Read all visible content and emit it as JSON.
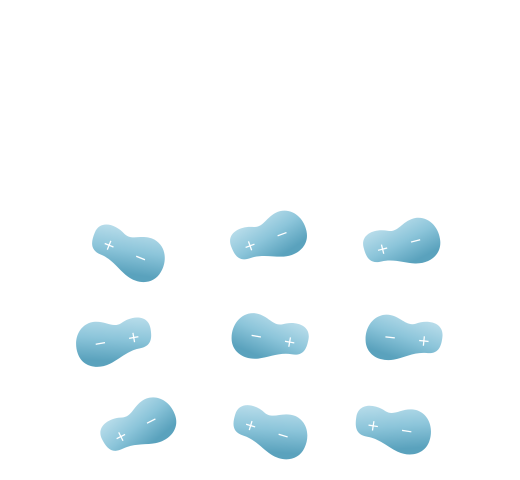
{
  "diagram": {
    "molecules": [
      {
        "row": 1,
        "col": 1,
        "big_end": "right",
        "big_end_sign": "−",
        "small_end_sign": "+"
      },
      {
        "row": 1,
        "col": 2,
        "big_end": "right",
        "big_end_sign": "−",
        "small_end_sign": "+"
      },
      {
        "row": 1,
        "col": 3,
        "big_end": "right",
        "big_end_sign": "−",
        "small_end_sign": "+"
      },
      {
        "row": 2,
        "col": 1,
        "big_end": "left",
        "big_end_sign": "−",
        "small_end_sign": "+"
      },
      {
        "row": 2,
        "col": 2,
        "big_end": "left",
        "big_end_sign": "−",
        "small_end_sign": "+"
      },
      {
        "row": 2,
        "col": 3,
        "big_end": "left",
        "big_end_sign": "−",
        "small_end_sign": "+"
      },
      {
        "row": 3,
        "col": 1,
        "big_end": "right",
        "big_end_sign": "−",
        "small_end_sign": "+"
      },
      {
        "row": 3,
        "col": 2,
        "big_end": "right",
        "big_end_sign": "−",
        "small_end_sign": "+"
      },
      {
        "row": 3,
        "col": 3,
        "big_end": "right",
        "big_end_sign": "−",
        "small_end_sign": "+"
      }
    ],
    "colors": {
      "molecule_light": "#b8dcea",
      "molecule_dark": "#5aa2bd",
      "sign": "#ffffff"
    }
  }
}
